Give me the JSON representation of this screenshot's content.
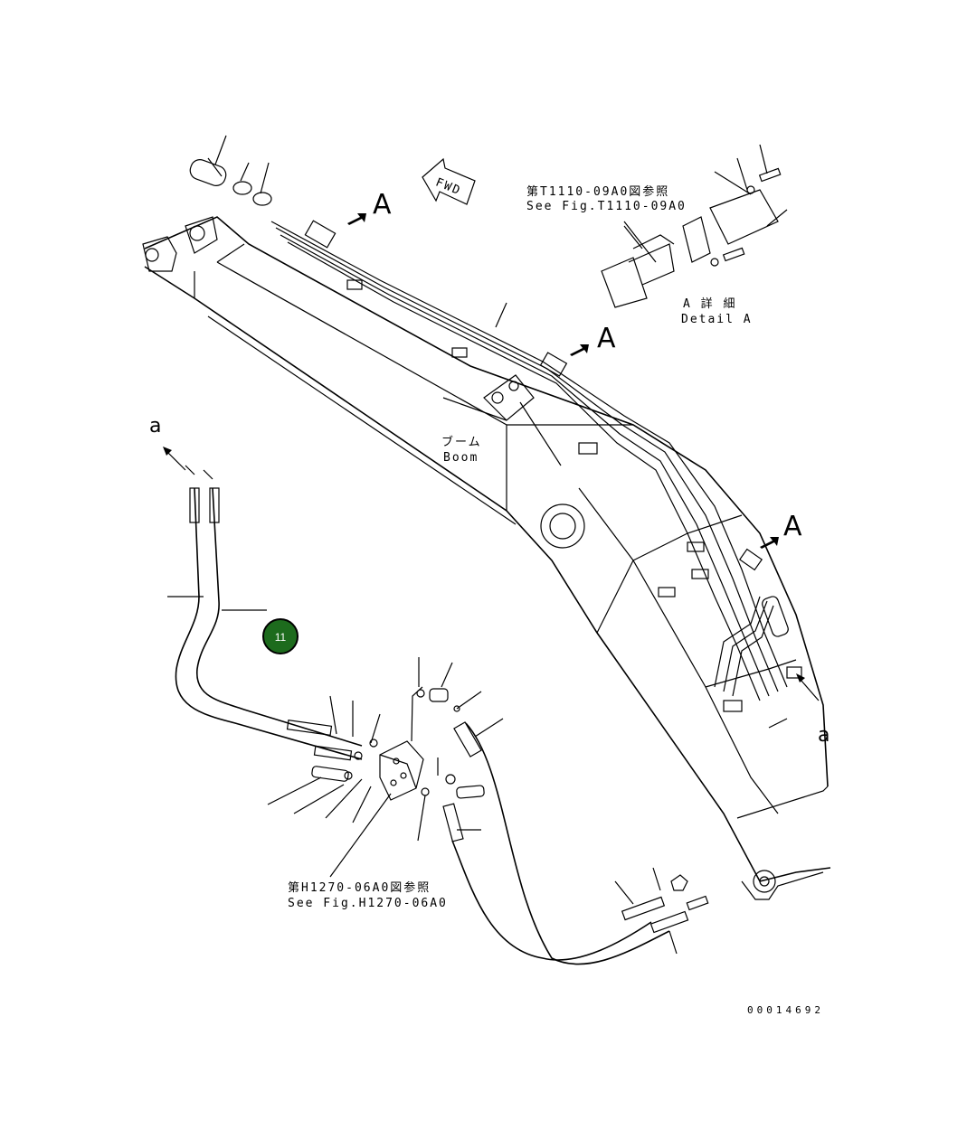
{
  "diagram": {
    "fwd_label": "FWD",
    "view_marker": "A",
    "lower_ref": "a",
    "boom_jp": "ブーム",
    "boom_en": "Boom",
    "ref_top_jp": "第T1110-09A0図参照",
    "ref_top_en": "See Fig.T1110-09A0",
    "detail_jp": "A 詳 細",
    "detail_en": "Detail A",
    "ref_bottom_jp": "第H1270-06A0図参照",
    "ref_bottom_en": "See Fig.H1270-06A0",
    "callout_number": "11",
    "drawing_number": "00014692",
    "callout_color": "#1d6b1d"
  }
}
